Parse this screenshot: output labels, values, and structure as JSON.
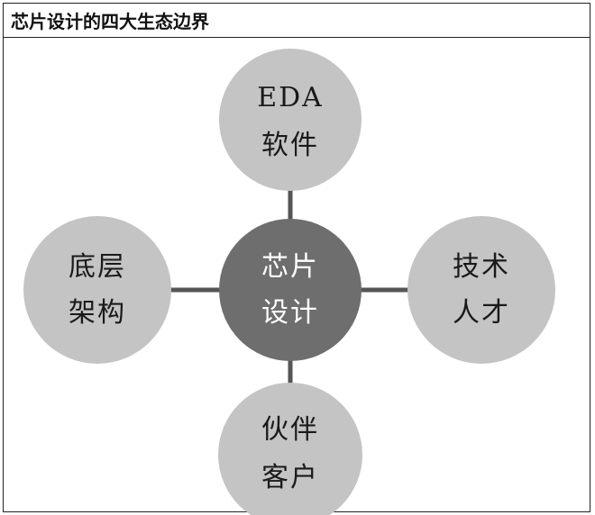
{
  "title": "芯片设计的四大生态边界",
  "center": {
    "line1": "芯片",
    "line2": "设计"
  },
  "top": {
    "line1": "EDA",
    "line2": "软件"
  },
  "left": {
    "line1": "底层",
    "line2": "架构"
  },
  "right": {
    "line1": "技术",
    "line2": "人才"
  },
  "bottom": {
    "line1": "伙伴",
    "line2": "客户"
  },
  "colors": {
    "center_fill": "#6e6e6e",
    "center_text": "#ffffff",
    "outer_fill": "#c4c4c4",
    "outer_text": "#1a1a1a",
    "connector": "#555555"
  }
}
